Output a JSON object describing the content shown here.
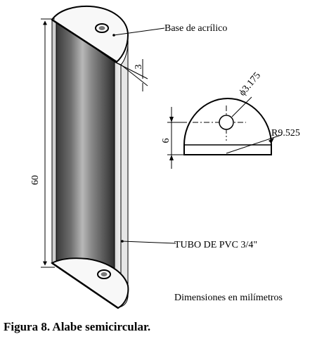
{
  "labels": {
    "base": "Base de acrílico",
    "tube": "TUBO DE PVC 3/4\"",
    "units": "Dimensiones en milímetros",
    "height_dim": "60",
    "thickness_dim": "3",
    "hole_dim": "ϕ3.175",
    "radius_dim": "R9.525",
    "center_dim": "6"
  },
  "caption": "Figura 8. Alabe semicircular."
}
